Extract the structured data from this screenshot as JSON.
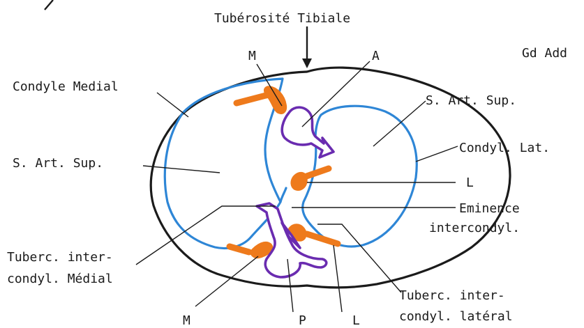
{
  "labels": {
    "tuberosite": "Tubérosité Tibiale",
    "gd_add": "Gd Add",
    "condyle_medial": "Condyle Medial",
    "m_top": "M",
    "a_top": "A",
    "s_art_sup_left": "S. Art. Sup.",
    "s_art_sup_right": "S. Art. Sup.",
    "condyl_lat": "Condyl. Lat.",
    "l_mid": "L",
    "eminence_1": "Eminence",
    "eminence_2": "intercondyl.",
    "tuberc_med_1": "Tuberc. inter-",
    "tuberc_med_2": "condyl. Médial",
    "tuberc_lat_1": "Tuberc. inter-",
    "tuberc_lat_2": "condyl. latéral",
    "m_bottom": "M",
    "p_bottom": "P",
    "l_bottom": "L"
  },
  "colors": {
    "outline": "#1b1b1b",
    "articular_surface": "#2e86d6",
    "meniscus_horn": "#ee7a1c",
    "cruciate_ligament": "#6a2cb0"
  }
}
